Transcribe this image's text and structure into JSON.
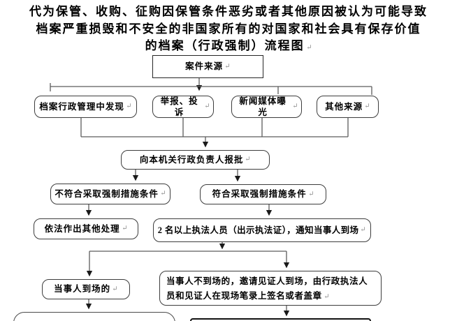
{
  "title": {
    "lines": [
      "代为保管、收购、征购因保管条件恶劣或者其他原因被认为可能导致",
      "档案严重损毁和不安全的非国家所有的对国家和社会具有保存价值",
      "的档案（行政强制）流程图"
    ]
  },
  "marks": {
    "return_mark": "↵"
  },
  "flowchart": {
    "nodes": {
      "case_source": "案件来源",
      "archive_admin_discovery": "档案行政管理中发现",
      "report_complaint": "举报、投诉",
      "media_exposure": "新闻媒体曝光",
      "other_sources": "其他来源",
      "report_to_head": "向本机关行政负责人报批",
      "not_meet_conditions": "不符合采取强制措施条件",
      "meet_conditions": "符合采取强制措施条件",
      "other_handling": "依法作出其他处理",
      "two_officers": "2 名以上执法人员（出示执法证），通知当事人到场",
      "party_present": "当事人到场的",
      "party_absent": "当事人不到场的，邀请见证人到场，由行政执法人员和见证人在现场笔录上签名或者盖章"
    },
    "colors": {
      "box_border": "#3d3d3d",
      "connector": "#5c5c5c",
      "arrowhead": "#1a1a1a",
      "text": "#000000",
      "background": "#ffffff",
      "return_mark": "#8a8a8a"
    }
  }
}
